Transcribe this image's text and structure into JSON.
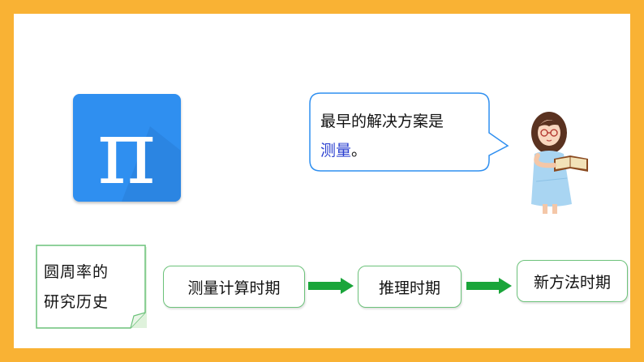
{
  "colors": {
    "frame": "#f9b234",
    "pi_tile": "#2f8ff0",
    "bubble_border": "#2f8ff0",
    "highlight_text": "#2a3fd0",
    "stage_border": "#6cc27a",
    "arrow": "#1aa53a"
  },
  "icon": {
    "name": "pi-icon",
    "symbol": "π"
  },
  "bubble": {
    "line1": "最早的解决方案是",
    "highlight": "测量",
    "suffix": "。"
  },
  "note": {
    "line1": "圆周率的",
    "line2": "研究历史"
  },
  "timeline": {
    "stages": [
      "测量计算时期",
      "推理时期",
      "新方法时期"
    ]
  }
}
